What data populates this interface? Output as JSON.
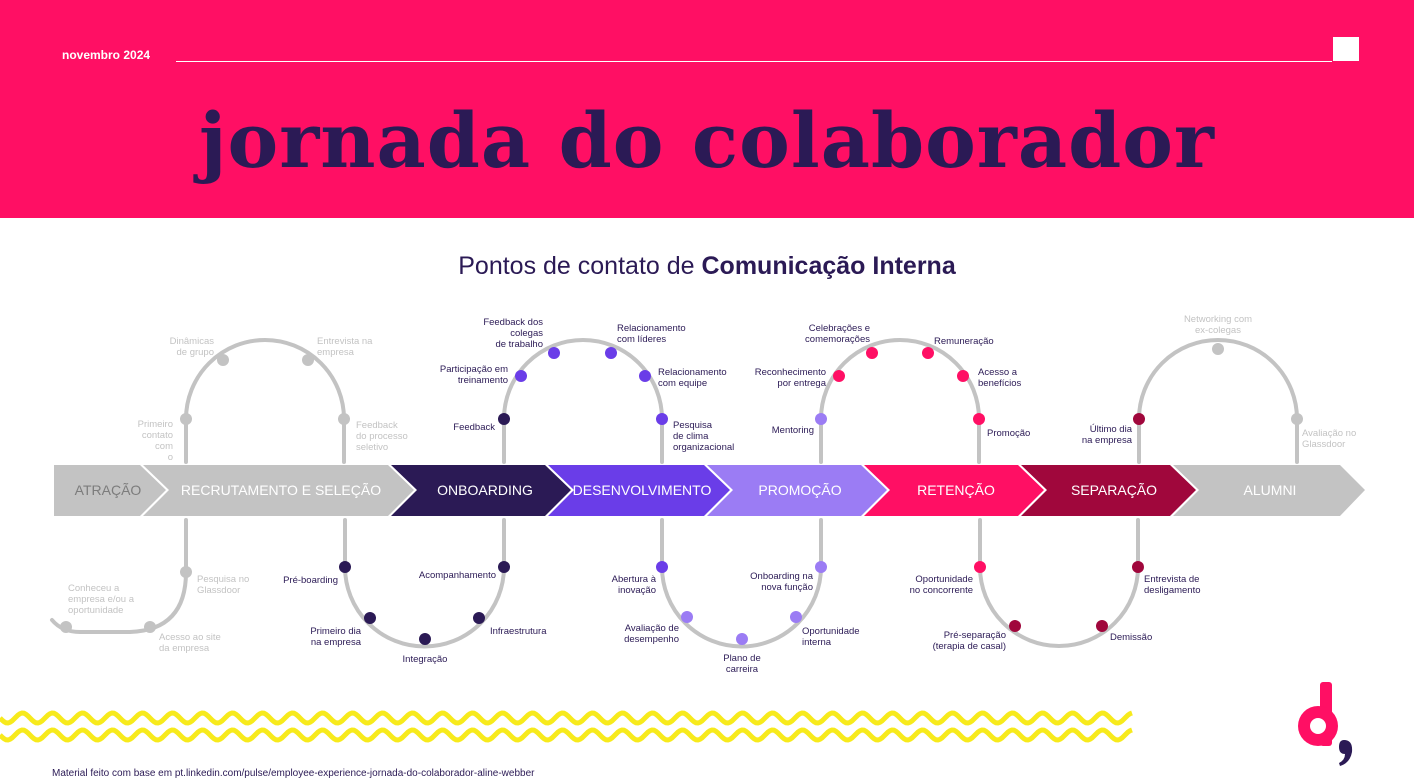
{
  "header": {
    "date": "novembro 2024",
    "title": "jornada do colaborador",
    "bg_color": "#ff0f64",
    "title_color": "#2b1a55"
  },
  "subtitle": {
    "prefix": "Pontos de contato de ",
    "bold": "Comunicação Interna"
  },
  "stages": [
    {
      "label": "ATRAÇÃO",
      "color": "#c3c3c3"
    },
    {
      "label": "RECRUTAMENTO E SELEÇÃO",
      "color": "#c3c3c3"
    },
    {
      "label": "ONBOARDING",
      "color": "#2b1a55"
    },
    {
      "label": "DESENVOLVIMENTO",
      "color": "#6a3de8"
    },
    {
      "label": "PROMOÇÃO",
      "color": "#9b7cf4"
    },
    {
      "label": "RETENÇÃO",
      "color": "#ff0f64"
    },
    {
      "label": "SEPARAÇÃO",
      "color": "#a0073c"
    },
    {
      "label": "ALUMNI",
      "color": "#c3c3c3"
    }
  ],
  "touchpoints": {
    "recrutamento_top": [
      "Primeiro contato com o",
      "Dinâmicas de grupo",
      "Entrevista na empresa",
      "Feedback do processo seletivo"
    ],
    "atracao_bottom": [
      "Conheceu a empresa e/ou a oportunidade",
      "Acesso ao site da empresa",
      "Pesquisa no Glassdoor"
    ],
    "onboarding_bottom": [
      "Pré-boarding",
      "Primeiro dia na empresa",
      "Integração",
      "Infraestrutura",
      "Acompanhamento"
    ],
    "desenvolvimento_top": [
      "Feedback",
      "Participação em treinamento",
      "Feedback dos colegas de trabalho",
      "Relacionamento com líderes",
      "Relacionamento com equipe",
      "Pesquisa de clima organizacional"
    ],
    "desenvolvimento_bottom": [
      "Abertura à inovação",
      "Avaliação de desempenho",
      "Plano de carreira",
      "Oportunidade interna",
      "Onboarding na nova função"
    ],
    "retencao_top": [
      "Mentoring",
      "Reconhecimento por entrega",
      "Celebrações e comemorações",
      "Remuneração",
      "Acesso a benefícios",
      "Promoção"
    ],
    "retencao_bottom": [
      "Oportunidade no concorrente",
      "Pré-separação (terapia de casal)",
      "Demissão",
      "Entrevista de desligamento"
    ],
    "alumni_top": [
      "Último dia na empresa",
      "Networking com ex-colegas",
      "Avaliação no Glassdoor"
    ]
  },
  "footer": "Material feito com base em pt.linkedin.com/pulse/employee-experience-jornada-do-colaborador-aline-webber"
}
